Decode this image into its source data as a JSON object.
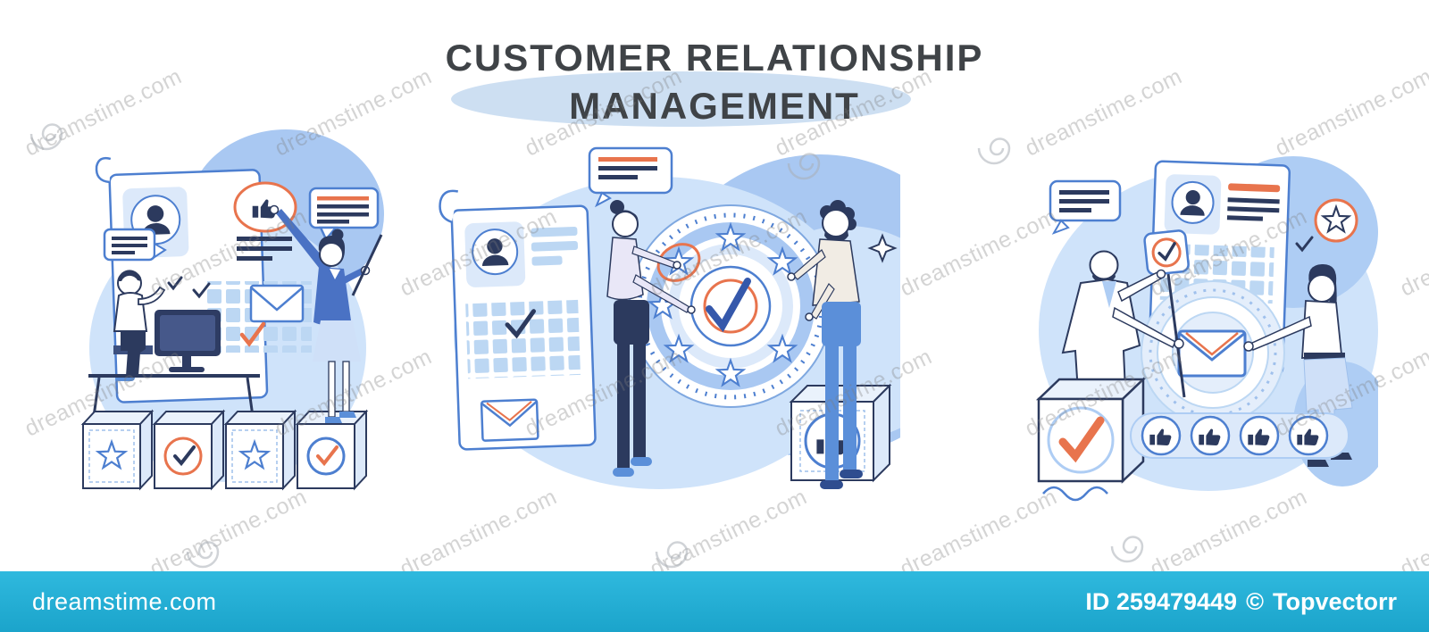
{
  "title": {
    "line1": "CUSTOMER RELATIONSHIP",
    "line2": "MANAGEMENT"
  },
  "watermark": {
    "text": "dreamstime.com"
  },
  "footer": {
    "brand": "dreamstime.com",
    "image_id": "ID 259479449",
    "copyright": "©",
    "author": "Topvectorr"
  },
  "palette": {
    "outline_blue": "#4d7fd0",
    "navy": "#2c3a5e",
    "orange": "#e8744d",
    "blob_light": "#cfe3fa",
    "blob_mid": "#a9c8f2",
    "calendar_cell": "#bcd7f3",
    "footer_bar": "#25b1d8",
    "title_text": "#3f4347"
  }
}
